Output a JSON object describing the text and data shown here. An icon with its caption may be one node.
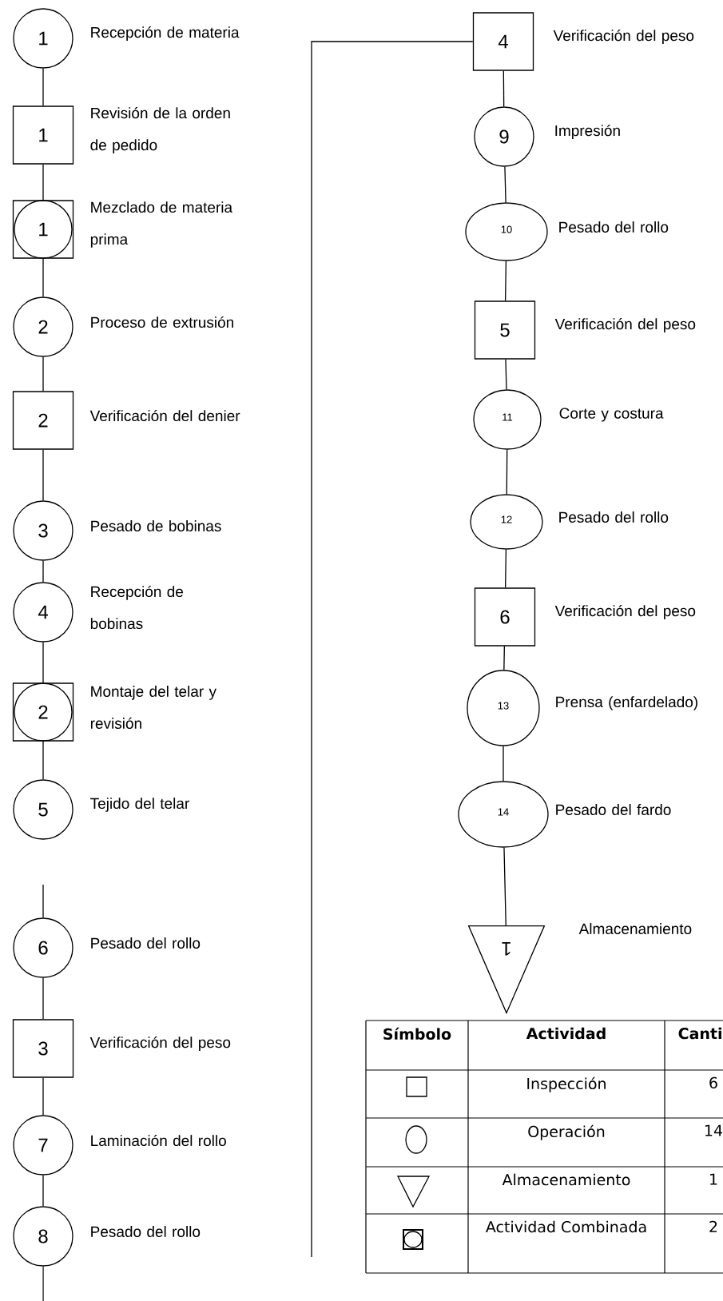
{
  "diagram": {
    "nodes": [
      {
        "text": [
          "1"
        ],
        "beside": [
          "Recepción de materia"
        ]
      },
      {
        "text": [
          "1"
        ],
        "beside": [
          "Revisión de la orden de pedido"
        ]
      },
      {
        "text": [
          "1"
        ],
        "beside": [
          "Mezclado de materia prima"
        ]
      },
      {
        "text": [
          "2"
        ],
        "beside": [
          "Proceso de extrusión"
        ]
      },
      {
        "text": [
          "2"
        ],
        "beside": [
          "Verificación del denier"
        ]
      },
      {
        "text": [
          "3"
        ],
        "beside": [
          "Pesado de bobinas"
        ]
      },
      {
        "text": [
          "4"
        ],
        "beside": [
          "Recepción de bobinas"
        ]
      },
      {
        "text": [
          "2"
        ],
        "beside": [
          "Montaje del telar y revisión"
        ]
      },
      {
        "text": [
          "5"
        ],
        "beside": [
          "Tejido del telar"
        ]
      },
      {
        "text": [
          "6"
        ],
        "beside": [
          "Pesado del rollo"
        ]
      },
      {
        "text": [
          "3"
        ],
        "beside": [
          "Verificación del peso"
        ]
      },
      {
        "text": [
          "7"
        ],
        "beside": [
          "Laminación del rollo"
        ]
      },
      {
        "text": [
          "8"
        ],
        "beside": [
          "Pesado del rollo"
        ]
      },
      {
        "text": [
          "4"
        ],
        "beside": [
          "Verificación del peso"
        ]
      },
      {
        "text": [
          "9"
        ],
        "beside": [
          "Impresión"
        ]
      },
      {
        "text": [
          "10"
        ],
        "beside": [
          "Pesado del rollo"
        ]
      },
      {
        "text": [
          "5"
        ],
        "beside": [
          "Verificación del peso"
        ]
      },
      {
        "text": [
          "11"
        ],
        "beside": [
          "Corte y costura"
        ]
      },
      {
        "text": [
          "12"
        ],
        "beside": [
          "Pesado del rollo"
        ]
      },
      {
        "text": [
          "6"
        ],
        "beside": [
          "Verificación del peso"
        ]
      },
      {
        "text": [
          "13"
        ],
        "beside": [
          "Prensa (enfardelado)"
        ]
      },
      {
        "text": [
          "14"
        ],
        "beside": [
          "Pesado del fardo"
        ]
      },
      {
        "text": [
          "1"
        ],
        "beside": [
          "Almacenamiento"
        ]
      }
    ],
    "edges": [
      {
        "from": 0,
        "to": 1,
        "arrow": "none"
      },
      {
        "from": 1,
        "to": 2,
        "arrow": "none"
      },
      {
        "from": 2,
        "to": 3,
        "arrow": "none"
      },
      {
        "from": 3,
        "to": 4,
        "arrow": "none"
      },
      {
        "from": 4,
        "to": 5,
        "arrow": "none"
      },
      {
        "from": 5,
        "to": 6,
        "arrow": "none"
      },
      {
        "from": 6,
        "to": 7,
        "arrow": "none"
      },
      {
        "from": 7,
        "to": 8,
        "arrow": "none"
      },
      {
        "from": null,
        "to": 9,
        "arrow": "none"
      },
      {
        "from": 9,
        "to": 10,
        "arrow": "none"
      },
      {
        "from": 10,
        "to": 11,
        "arrow": "none"
      },
      {
        "from": 11,
        "to": 12,
        "arrow": "none"
      },
      {
        "from": 12,
        "to": null,
        "arrow": "none"
      },
      {
        "from": null,
        "to": 13,
        "arrow": "none"
      },
      {
        "from": 13,
        "to": 14,
        "arrow": "none"
      },
      {
        "from": 14,
        "to": 15,
        "arrow": "none"
      },
      {
        "from": 15,
        "to": 16,
        "arrow": "none"
      },
      {
        "from": 16,
        "to": 17,
        "arrow": "none"
      },
      {
        "from": 17,
        "to": 18,
        "arrow": "none"
      },
      {
        "from": 18,
        "to": 19,
        "arrow": "none"
      },
      {
        "from": 19,
        "to": 20,
        "arrow": "none"
      },
      {
        "from": 20,
        "to": 21,
        "arrow": "none"
      },
      {
        "from": 21,
        "to": 22,
        "arrow": "none"
      }
    ],
    "labels": [
      "Símbolo",
      "Actividad",
      "Canti",
      "Inspección",
      "6",
      "Operación",
      "14",
      "Almacenamiento",
      "1",
      "Actividad Combinada",
      "2"
    ]
  }
}
